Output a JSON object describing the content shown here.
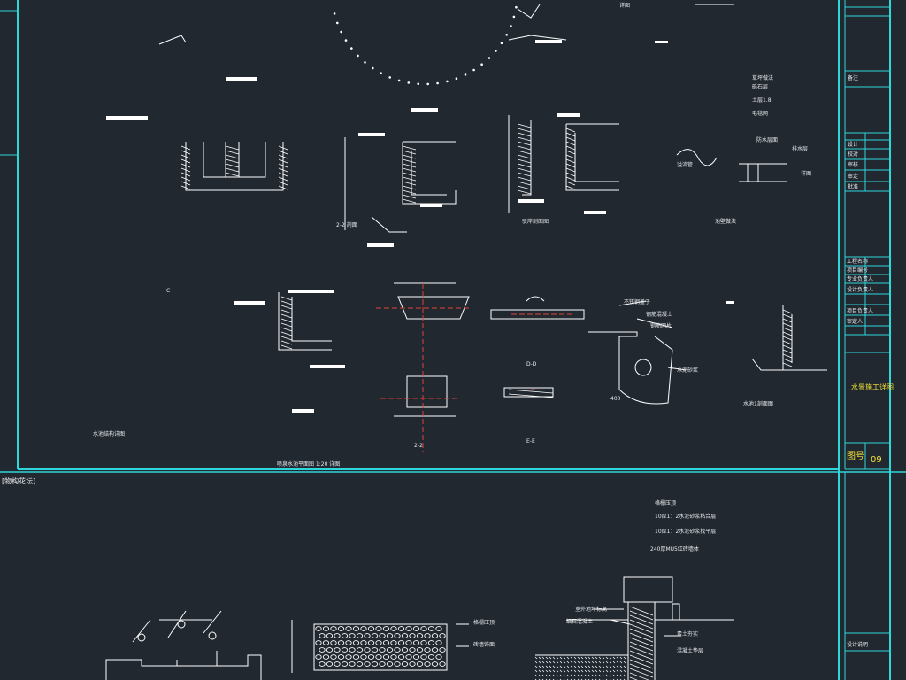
{
  "colors": {
    "background": "#212830",
    "frame": "#2fd6dc",
    "linework": "#ffffff",
    "centerline": "#e0403a",
    "title_text": "#f5e23a"
  },
  "upper_sheet": {
    "labels": {
      "detail_note_1": "详图",
      "note_a": "草坪做法",
      "note_b": "砾石层",
      "note_c": "土层1.8'",
      "note_d": "毛毯网",
      "note_e": "防水层面",
      "note_f": "排水层",
      "note_g": "溢流管",
      "label_2b": "2-2",
      "label_d": "D-D",
      "label_e": "E-E",
      "label_c": "C",
      "label_bottom_left": "水池结构详图",
      "label_bottom_center": "喷泉水池平面图 1:20 详图",
      "label_mid_1": "驳岸剖面图",
      "label_mid_2": "池壁做法",
      "label_mid_3": "2-2 剖面",
      "callout_1": "不锈钢盖子",
      "callout_2": "钢筋混凝土",
      "callout_3": "钢筋网片",
      "callout_4": "水泥砂浆",
      "dim_400": "400",
      "label_pool": "水池1剖面图",
      "label_base": "详图"
    },
    "title_block": {
      "rows": [
        "设计",
        "校对",
        "审核",
        "审定",
        "批准"
      ],
      "rows_lower": [
        "工程名称",
        "项目编号",
        "专业负责人",
        "设计负责人",
        "项目负责人",
        "审定人"
      ],
      "sheet_title": "水景施工详图",
      "drawing_no_label": "图号",
      "drawing_no": "09",
      "top_field": "备注"
    }
  },
  "lower_sheet": {
    "tag": "[物构花坛]",
    "notes": [
      "格栅压顶",
      "10厚1：2水泥砂浆粘合层",
      "10厚1：2水泥砂浆找平层",
      "240厚MU5红砖墙体"
    ],
    "callouts": {
      "c1": "格栅压顶",
      "c2": "砖墙饰面",
      "c3": "室外地坪标高",
      "c4": "素土夯实",
      "c5": "混凝土垫层",
      "c6": "细石混凝土"
    },
    "title_block_bottom": "设计说明"
  }
}
